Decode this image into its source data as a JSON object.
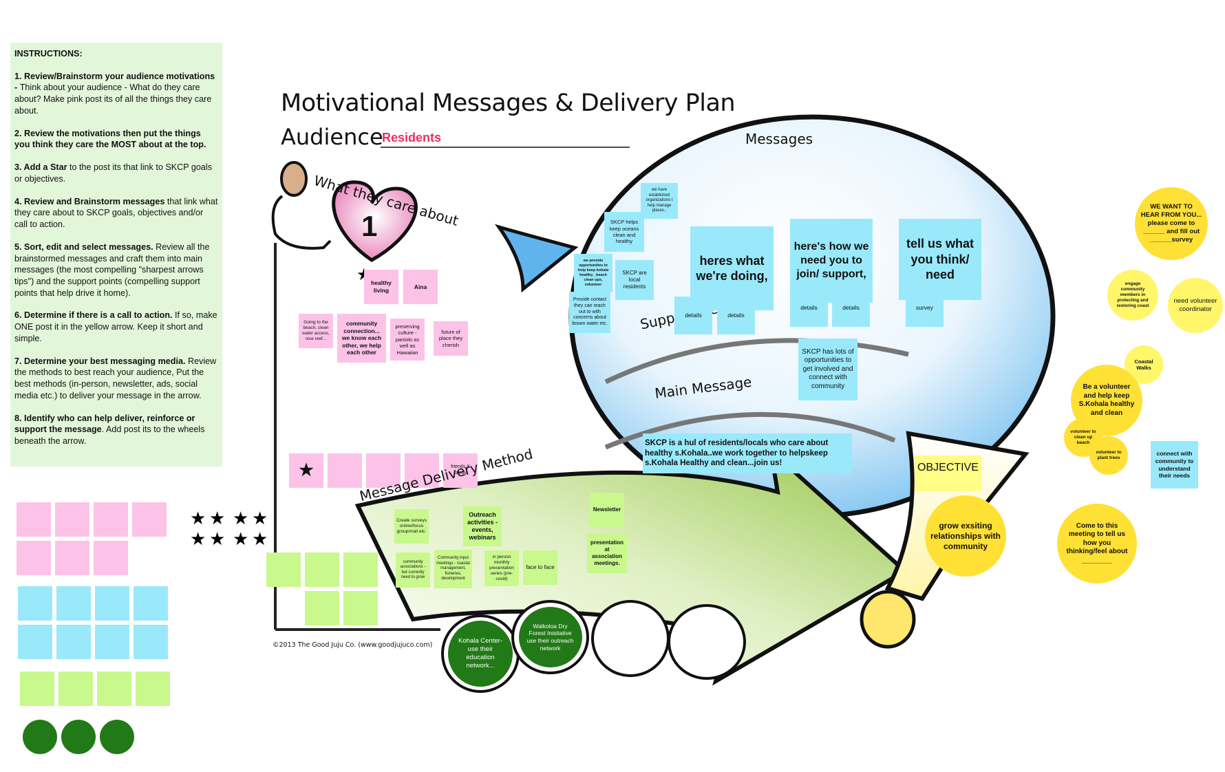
{
  "instructions": {
    "heading": "INSTRUCTIONS:",
    "steps": [
      {
        "bold": "1. Review/Brainstorm your audience motivations - ",
        "text": "Think about your audience - What do they care about? Make pink post its of all the things they care about."
      },
      {
        "bold": "2. Review the motivations then put the things you think they care the MOST about at the top.",
        "text": ""
      },
      {
        "bold": "3. Add a Star",
        "text": " to the post its that link to SKCP goals or objectives."
      },
      {
        "bold": "4. Review and Brainstorm messages",
        "text": " that link what they care about to SKCP goals, objectives and/or call to action."
      },
      {
        "bold": "5. Sort, edit and select messages.",
        "text": " Review all the brainstormed messages and craft them into main messages (the most compelling \"sharpest arrows tips\") and the support points (compelling support points that help drive it home)."
      },
      {
        "bold": "6. Determine if there is a call to action.",
        "text": " If so, make ONE post it in the yellow arrow. Keep it short and simple."
      },
      {
        "bold": "7. Determine your best messaging media.",
        "text": " Review the methods to best reach your audience, Put the best methods (in-person, newsletter, ads, social media etc.) to deliver your message in the arrow."
      },
      {
        "bold": "8. Identify who can help deliver, reinforce or support the message",
        "text": ". Add post its to the wheels beneath the arrow."
      }
    ]
  },
  "header": {
    "title": "Motivational Messages & Delivery Plan",
    "audience_label": "Audience",
    "audience_value": "Residents",
    "audience_color": "#ef2d5e"
  },
  "care_section": {
    "label": "What they care about",
    "heart_number": "1",
    "notes": [
      {
        "text": "healthy living",
        "starred": true
      },
      {
        "text": "Aina",
        "starred": false
      },
      {
        "text": "Going to the beach, clean water access, nice reef...",
        "starred": false
      },
      {
        "text": "community connection... we know each other, we help each other",
        "starred": false
      },
      {
        "text": "preserving culture - paniolo as well as Hawaiian",
        "starred": false
      },
      {
        "text": "future of place they cherish",
        "starred": false
      }
    ],
    "bottom_row": [
      {
        "text": "",
        "starred": true
      },
      {
        "text": "",
        "starred": false
      },
      {
        "text": "",
        "starred": false
      },
      {
        "text": "",
        "starred": false
      },
      {
        "text": "friends & family",
        "starred": false
      }
    ]
  },
  "messages_section": {
    "label": "Messages",
    "support_label": "Support Messages",
    "main_label": "Main Message",
    "brainstorm": [
      "we have established organizations t help manage places..",
      "SKCP helps keep oceans clean and healthy",
      "we provide opportunities to help keep kohala healthy_ beach clean ups, volunteer",
      "SKCP are local residents",
      "Provide contact they can reach out to with concerns about brown water etc."
    ],
    "main_notes": [
      {
        "text": "heres what we're doing,",
        "details": [
          "details",
          "details"
        ]
      },
      {
        "text": "here's how we need you to join/ support,",
        "details": [
          "details",
          "details"
        ]
      },
      {
        "text": "tell us what you think/ need",
        "details": [
          "survey"
        ]
      }
    ],
    "support_note": "SKCP has lots of opportunities to get involved and connect with community",
    "main_message": "SKCP is a hul of residents/locals who care about healthy s.Kohala..we work together to helpskeep s.Kohala Healthy and clean...join us!"
  },
  "objective": {
    "label": "OBJECTIVE",
    "value": "grow exsiting relationships with community"
  },
  "delivery": {
    "label": "Message Delivery Method",
    "methods": [
      "Create surveys online/focus group/mail etc.",
      "Outreach activities - events, webinars",
      "Newsletter",
      "community associations - but currently need to grow",
      "Community input meetings - coastal management, fisheries, development",
      "in person monthly presentation series (pre-covid)",
      "face to face",
      "presentation at association meetings."
    ],
    "wheels": [
      "Kohala Center- use their education network...",
      "Walkoloa Dry Forest Inistiative use their outreach network",
      "",
      ""
    ]
  },
  "copyright": "©2013 The Good Juju Co. (www.goodjujuco.com)",
  "right_panel": {
    "circles": [
      "WE WANT TO HEAR FROM YOU... please come to ______ and fill out ______survey",
      "engage community members in protecting and restoring coast",
      "need volunteer coordinator",
      "Coastal Walks",
      "Be a volunteer and help keep S.Kohala healthy and clean",
      "volunteer to clean up beach",
      "volunteer to plant trees",
      "Come to this meeting to tell us how you thinking/feel about ________"
    ],
    "blue_note": "connect with community to understand their needs"
  },
  "palette": {
    "star": "★",
    "pink": "#fcc2e8",
    "blue": "#99e9fb",
    "green": "#c9f88d",
    "gold": "#ffe135",
    "dark_green": "#217a17"
  }
}
